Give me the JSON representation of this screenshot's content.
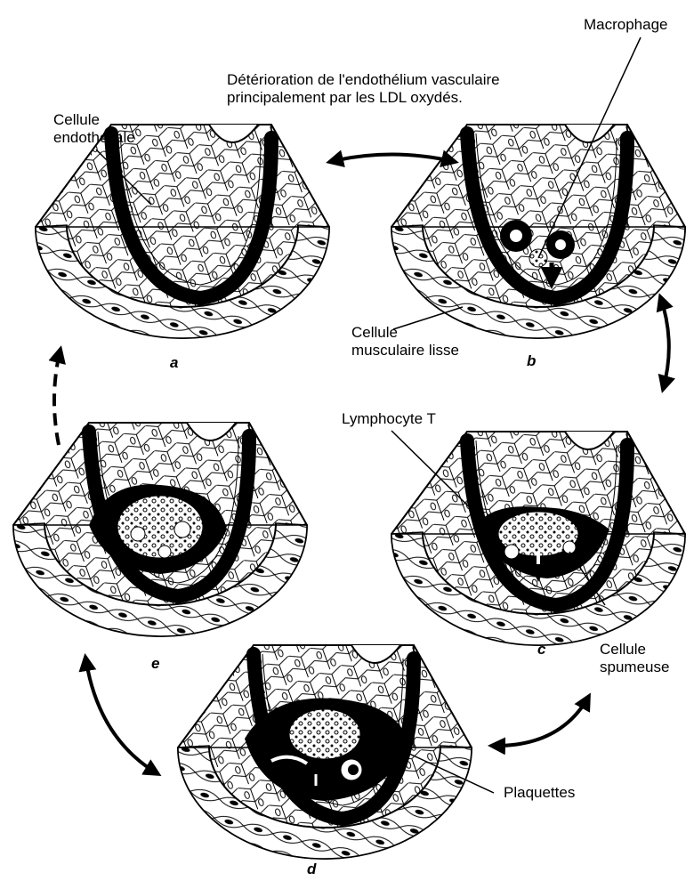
{
  "diagram": {
    "title_line1": "Détérioration de l'endothélium vasculaire",
    "title_line2": "principalement par les LDL oxydés.",
    "labels": {
      "macrophage": "Macrophage",
      "cellule_endotheliale_1": "Cellule",
      "cellule_endotheliale_2": "endothéliale",
      "cellule_musculaire_1": "Cellule",
      "cellule_musculaire_2": "musculaire lisse",
      "lymphocyte": "Lymphocyte T",
      "cellule_spumeuse_1": "Cellule",
      "cellule_spumeuse_2": "spumeuse",
      "plaquettes": "Plaquettes"
    },
    "stages": [
      "a",
      "b",
      "c",
      "d",
      "e"
    ],
    "stage_states": [
      {
        "id": "a",
        "lesion": "none"
      },
      {
        "id": "b",
        "lesion": "macrophages"
      },
      {
        "id": "c",
        "lesion": "foam-cells"
      },
      {
        "id": "d",
        "lesion": "platelets"
      },
      {
        "id": "e",
        "lesion": "plaque"
      }
    ],
    "colors": {
      "ink": "#000000",
      "paper": "#ffffff"
    }
  }
}
